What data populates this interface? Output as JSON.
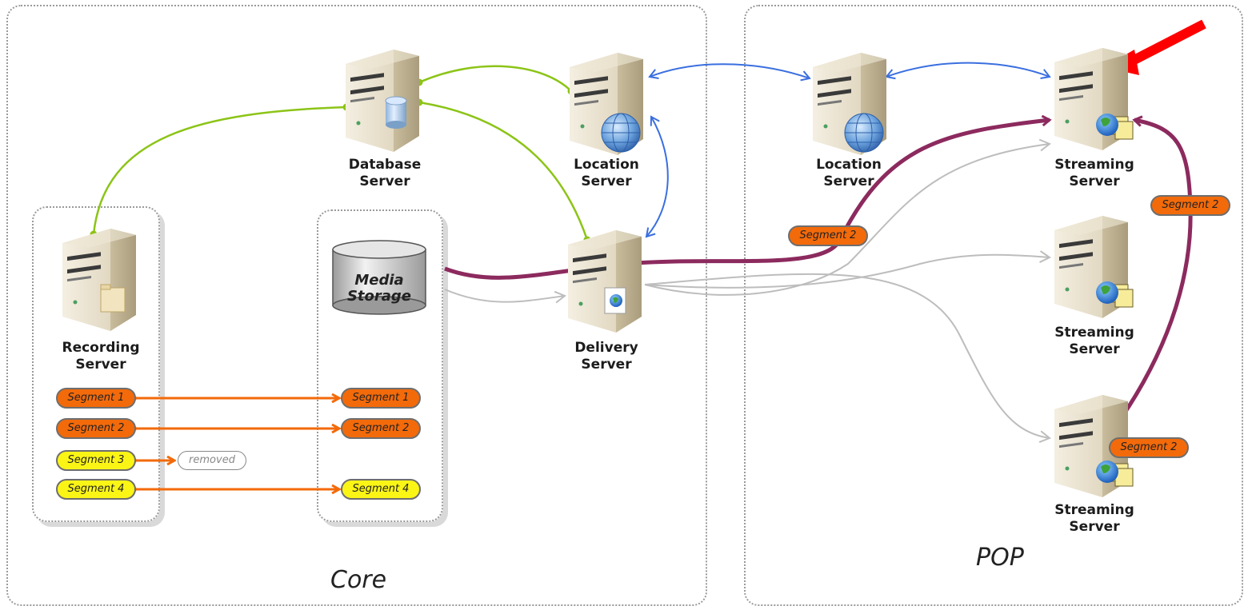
{
  "regions": {
    "core_label": "Core",
    "pop_label": "POP"
  },
  "servers": {
    "database": "Database\nServer",
    "location_core": "Location\nServer",
    "location_pop": "Location\nServer",
    "recording": "Recording\nServer",
    "delivery": "Delivery\nServer",
    "streaming_top": "Streaming\nServer",
    "streaming_mid": "Streaming\nServer",
    "streaming_bottom": "Streaming\nServer"
  },
  "storage": {
    "label_line1": "Media",
    "label_line2": "Storage"
  },
  "recording_segments": [
    {
      "label": "Segment 1",
      "color": "orange"
    },
    {
      "label": "Segment 2",
      "color": "orange"
    },
    {
      "label": "Segment 3",
      "color": "yellow"
    },
    {
      "label": "Segment 4",
      "color": "yellow"
    }
  ],
  "storage_segments": [
    {
      "label": "Segment 1",
      "color": "orange"
    },
    {
      "label": "Segment 2",
      "color": "orange"
    },
    {
      "label": "Segment 4",
      "color": "yellow"
    }
  ],
  "removed_label": "removed",
  "flow_segments": {
    "core_to_pop": "Segment 2",
    "bottom_to_top_right": "Segment 2",
    "bottom_server": "Segment 2"
  },
  "colors": {
    "orange": "#f36a0a",
    "yellow": "#fbf516",
    "green_link": "#8cc417",
    "blue_link": "#3a6fe0",
    "purple_flow": "#8c2a5e",
    "gray_flow": "#bdbdbd",
    "red_arrow": "#ff0000"
  },
  "icons": {
    "server": "server-tower-icon",
    "database": "database-cylinder-icon",
    "globe": "globe-icon",
    "folder": "folder-icon",
    "arrow": "red-arrow-icon"
  }
}
